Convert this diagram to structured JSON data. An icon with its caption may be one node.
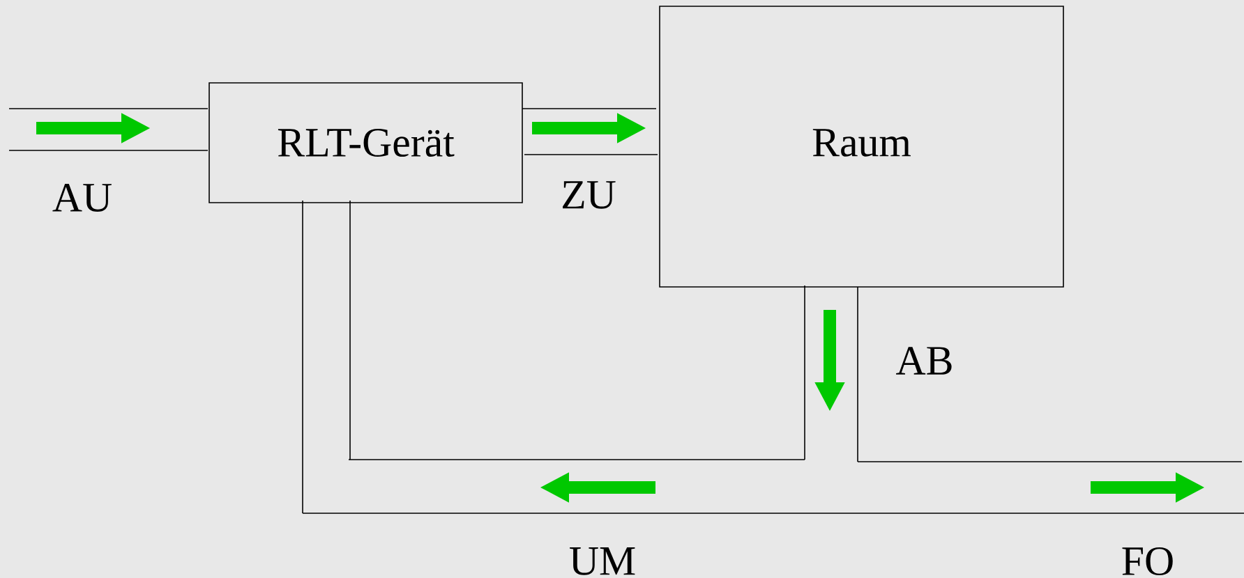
{
  "diagram": {
    "nodes": [
      {
        "text": [
          "RLT-Gerät"
        ]
      },
      {
        "text": [
          "Raum"
        ]
      }
    ],
    "labels": [
      "AU",
      "ZU",
      "AB",
      "UM",
      "FO"
    ]
  }
}
